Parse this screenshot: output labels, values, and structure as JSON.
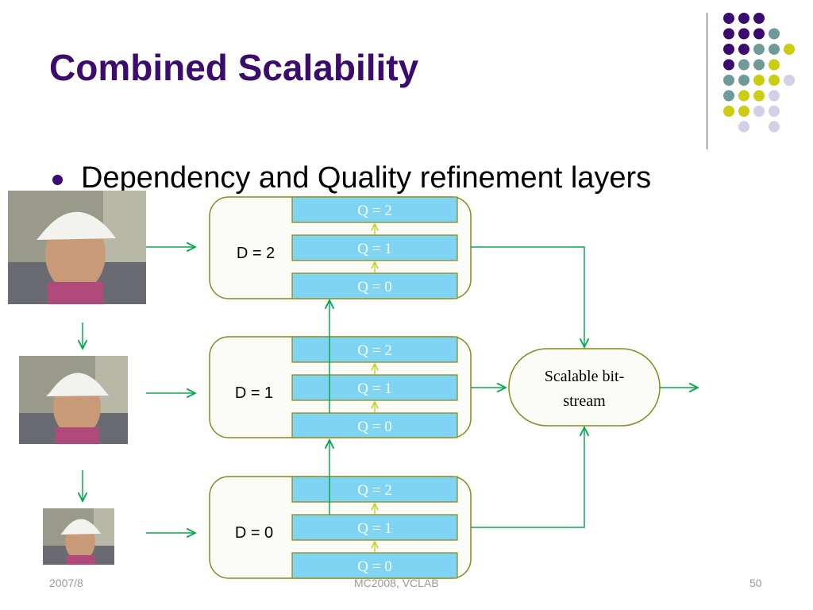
{
  "slide": {
    "title": "Combined Scalability",
    "bullet": "Dependency and Quality refinement layers"
  },
  "diagram": {
    "layers": [
      {
        "d_label": "D = 2",
        "q_labels": [
          "Q = 2",
          "Q = 1",
          "Q = 0"
        ]
      },
      {
        "d_label": "D = 1",
        "q_labels": [
          "Q = 2",
          "Q = 1",
          "Q = 0"
        ]
      },
      {
        "d_label": "D = 0",
        "q_labels": [
          "Q = 2",
          "Q = 1",
          "Q = 0"
        ]
      }
    ],
    "output_label_line1": "Scalable bit-",
    "output_label_line2": "stream",
    "photos": [
      "video-frame-large",
      "video-frame-medium",
      "video-frame-small"
    ]
  },
  "footer": {
    "date": "2007/8",
    "center": "MC2008, VCLAB",
    "page": "50"
  },
  "colors": {
    "title": "#3b0b6e",
    "q_box": "#7fd3f3",
    "q_box_border": "#8a8a00",
    "layer_border": "#8a8a1a",
    "arrow_green": "#0aa84f",
    "arrow_yellow": "#c8c820",
    "dot_purple": "#3b0b6e",
    "dot_teal": "#6f9a9a",
    "dot_yellow": "#cccc10",
    "dot_lavender": "#d0d0e6"
  },
  "decoration": {
    "dot_grid_icon": "dot-grid-logo"
  }
}
